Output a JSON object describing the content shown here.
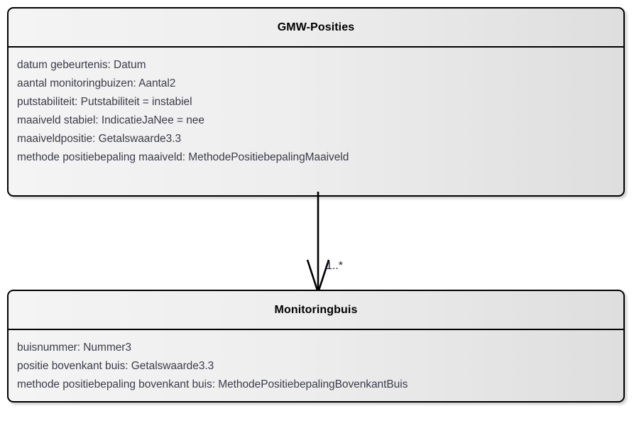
{
  "diagram": {
    "type": "uml-class-diagram",
    "colors": {
      "border": "#000000",
      "fill_light": "#f4f4f4",
      "fill_dark": "#dedede",
      "title_text": "#000000",
      "attribute_text": "#3c3c4a",
      "connector": "#000000",
      "multiplicity_text": "#1f1f3a",
      "background": "#ffffff"
    },
    "classes": [
      {
        "id": "gmw-posities",
        "name": "GMW-Posities",
        "attributes": [
          "datum gebeurtenis: Datum",
          "aantal monitoringbuizen: Aantal2",
          "putstabiliteit: Putstabiliteit = instabiel",
          "maaiveld stabiel: IndicatieJaNee = nee",
          "maaiveldpositie: Getalswaarde3.3",
          "methode positiebepaling maaiveld: MethodePositiebepalingMaaiveld"
        ]
      },
      {
        "id": "monitoringbuis",
        "name": "Monitoringbuis",
        "attributes": [
          "buisnummer: Nummer3",
          "positie bovenkant buis: Getalswaarde3.3",
          "methode positiebepaling bovenkant buis: MethodePositiebepalingBovenkantBuis"
        ]
      }
    ],
    "relationship": {
      "kind": "directed-association",
      "source": "GMW-Posities",
      "target": "Monitoringbuis",
      "arrowhead": "open-stick",
      "direction": "down",
      "multiplicity_target": "1..*"
    }
  }
}
